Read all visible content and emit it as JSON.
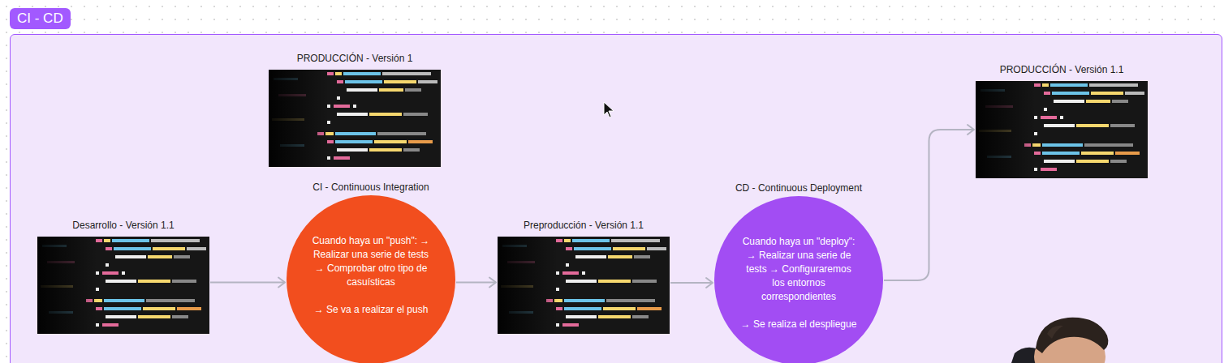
{
  "diagram": {
    "nodes": [
      {
        "text": [
          "CI - CD"
        ]
      },
      {
        "text": [
          "PRODUCCIÓN - Versión 1"
        ],
        "in": 0
      },
      {
        "text": [
          "PRODUCCIÓN - Versión 1.1"
        ],
        "in": 0
      },
      {
        "text": [
          "Desarrollo - Versión 1.1"
        ],
        "in": 0
      },
      {
        "text": [
          "CI - Continuous Integration",
          "Cuando haya un \"push\": → Realizar una serie de tests → Comprobar otro tipo de casuísticas",
          "→ Se va a realizar el push"
        ],
        "in": 0
      },
      {
        "text": [
          "Preproducción - Versión 1.1"
        ],
        "in": 0
      },
      {
        "text": [
          "CD - Continuous Deployment",
          "Cuando haya un \"deploy\": → Realizar una serie de tests → Configuraremos los entornos correspondientes",
          "→ Se realiza el despliegue"
        ],
        "in": 0
      }
    ],
    "edges": [
      {
        "from": 3,
        "to": 4,
        "arrow": "to"
      },
      {
        "from": 4,
        "to": 5,
        "arrow": "to"
      },
      {
        "from": 5,
        "to": 6,
        "arrow": "to"
      },
      {
        "from": 6,
        "to": 2,
        "arrow": "to"
      }
    ]
  }
}
